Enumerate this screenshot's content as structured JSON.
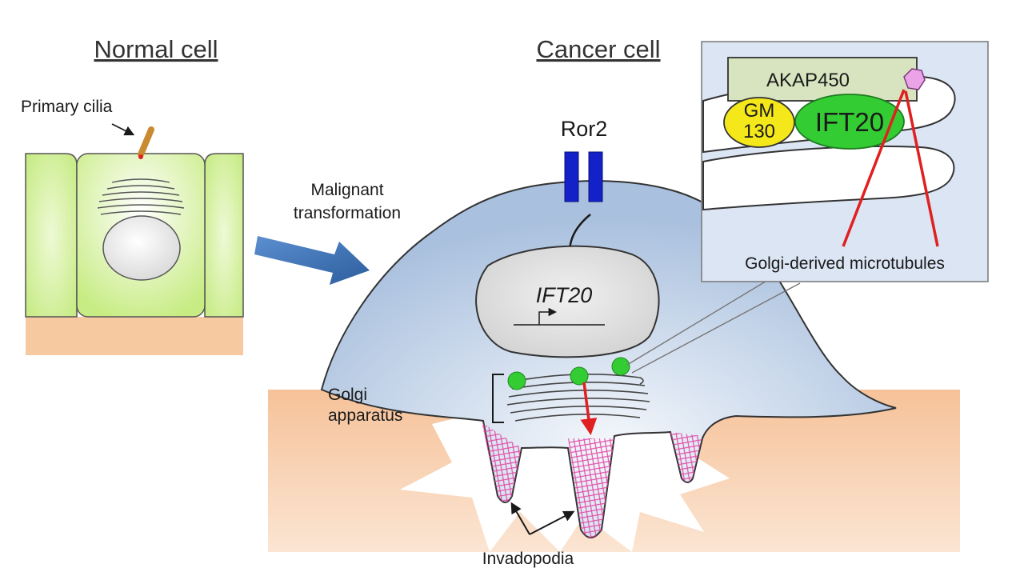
{
  "titles": {
    "normal_cell": "Normal cell",
    "cancer_cell": "Cancer cell"
  },
  "labels": {
    "primary_cilia": "Primary cilia",
    "malignant_line1": "Malignant",
    "malignant_line2": "transformation",
    "ror2": "Ror2",
    "ift20_gene": "IFT20",
    "golgi_line1": "Golgi",
    "golgi_line2": "apparatus",
    "invadopodia": "Invadopodia"
  },
  "inset": {
    "akap450": "AKAP450",
    "gm130_line1": "GM",
    "gm130_line2": "130",
    "ift20": "IFT20",
    "microtubules": "Golgi-derived microtubules"
  },
  "colors": {
    "normal_cell_fill": "#d9f2a6",
    "cancer_cell_fill": "#bccfe6",
    "substrate": "#f7c9a1",
    "ror2": "#1322c8",
    "arrow_blue": "#3a6fb5",
    "ift20_green": "#33cc33",
    "gm130_yellow": "#f5e81a",
    "microtubule_red": "#e02020",
    "invadopodia_mesh": "#e040a0",
    "inset_bg": "#dbe5f3",
    "akap_fill": "#d8e4bf",
    "pericentrin_pink": "#e9a3e6"
  }
}
